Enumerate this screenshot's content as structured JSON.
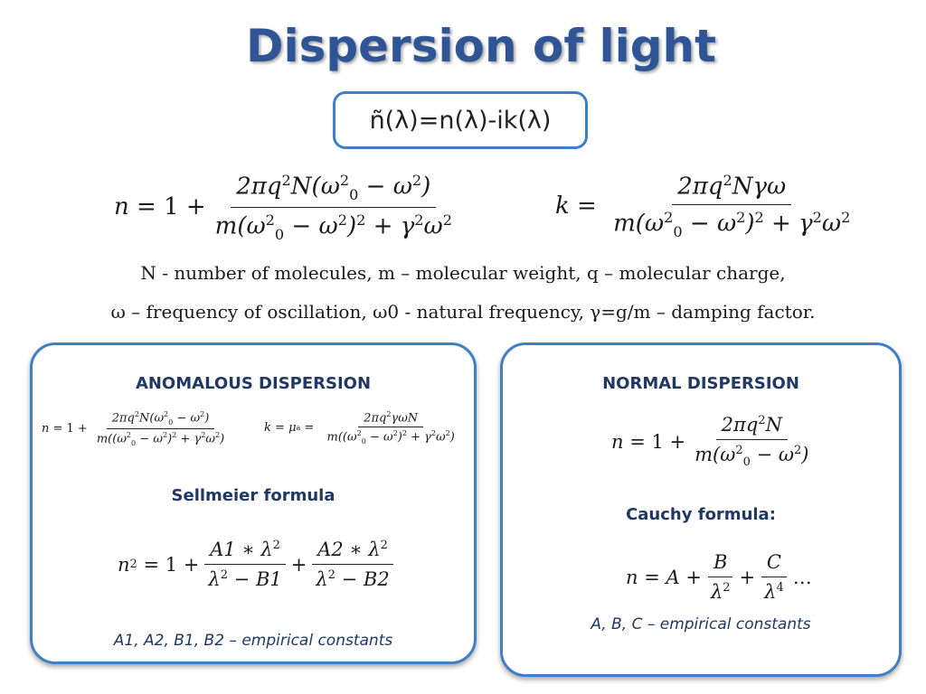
{
  "title": "Dispersion of light",
  "main_equation": "ñ(λ)=n(λ)-ik(λ)",
  "description": {
    "line1": "N - number of molecules, m – molecular weight, q – molecular charge,",
    "line2": "ω – frequency of oscillation, ω0 - natural frequency, γ=g/m – damping factor."
  },
  "anomalous": {
    "heading": "ANOMALOUS DISPERSION",
    "sellmeier_heading": "Sellmeier formula",
    "note": "A1, A2, B1, B2 – empirical constants"
  },
  "normal": {
    "heading": "NORMAL DISPERSION",
    "cauchy_heading": "Cauchy formula:",
    "note": "A, B, C – empirical constants"
  },
  "colors": {
    "title": "#2f5597",
    "frame": "#3f7fc4",
    "heading": "#1f3864"
  }
}
